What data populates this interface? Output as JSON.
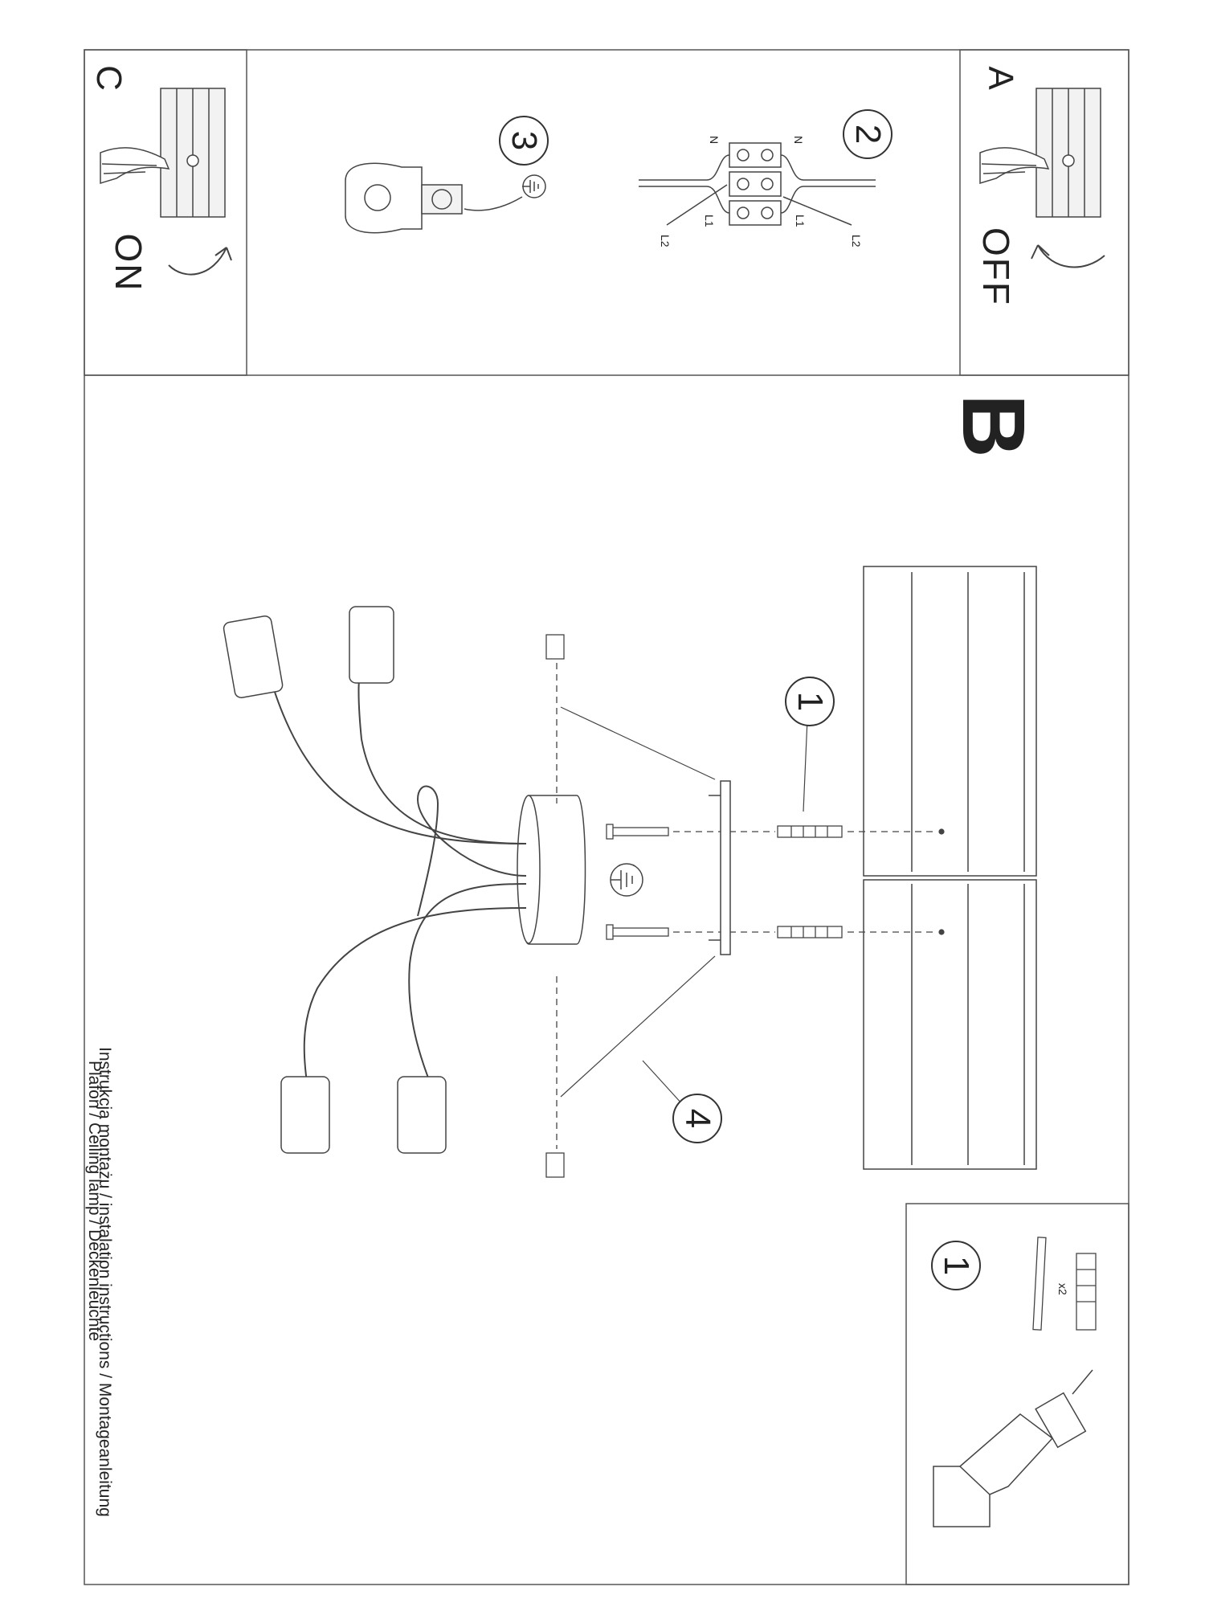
{
  "panels": {
    "a": {
      "letter": "A",
      "state": "OFF"
    },
    "c": {
      "letter": "C",
      "state": "ON"
    },
    "b": {
      "letter": "B"
    }
  },
  "steps": {
    "wiring_connector": "2",
    "earth_connection": "3",
    "screws_and_plugs": "1",
    "canopy_mounting": "4",
    "hardware_kit": "1"
  },
  "wire_labels": {
    "n_left": "N",
    "n_right": "N",
    "l1_left": "L1",
    "l1_right": "L1",
    "l2_left": "L2",
    "l2_right": "L2"
  },
  "hardware_quantity": "x2",
  "caption": {
    "line1": "Instrukcja montażu / instalation instructions / Montageanleitung",
    "line2": "Plafon / Ceiling lamp / Deckenleuchte"
  },
  "icons": [
    "switch-hand-icon",
    "curved-arrow-icon",
    "earth-ground-icon",
    "lamp-socket-icon",
    "drill-icon",
    "screw-icon",
    "wall-plug-icon"
  ]
}
